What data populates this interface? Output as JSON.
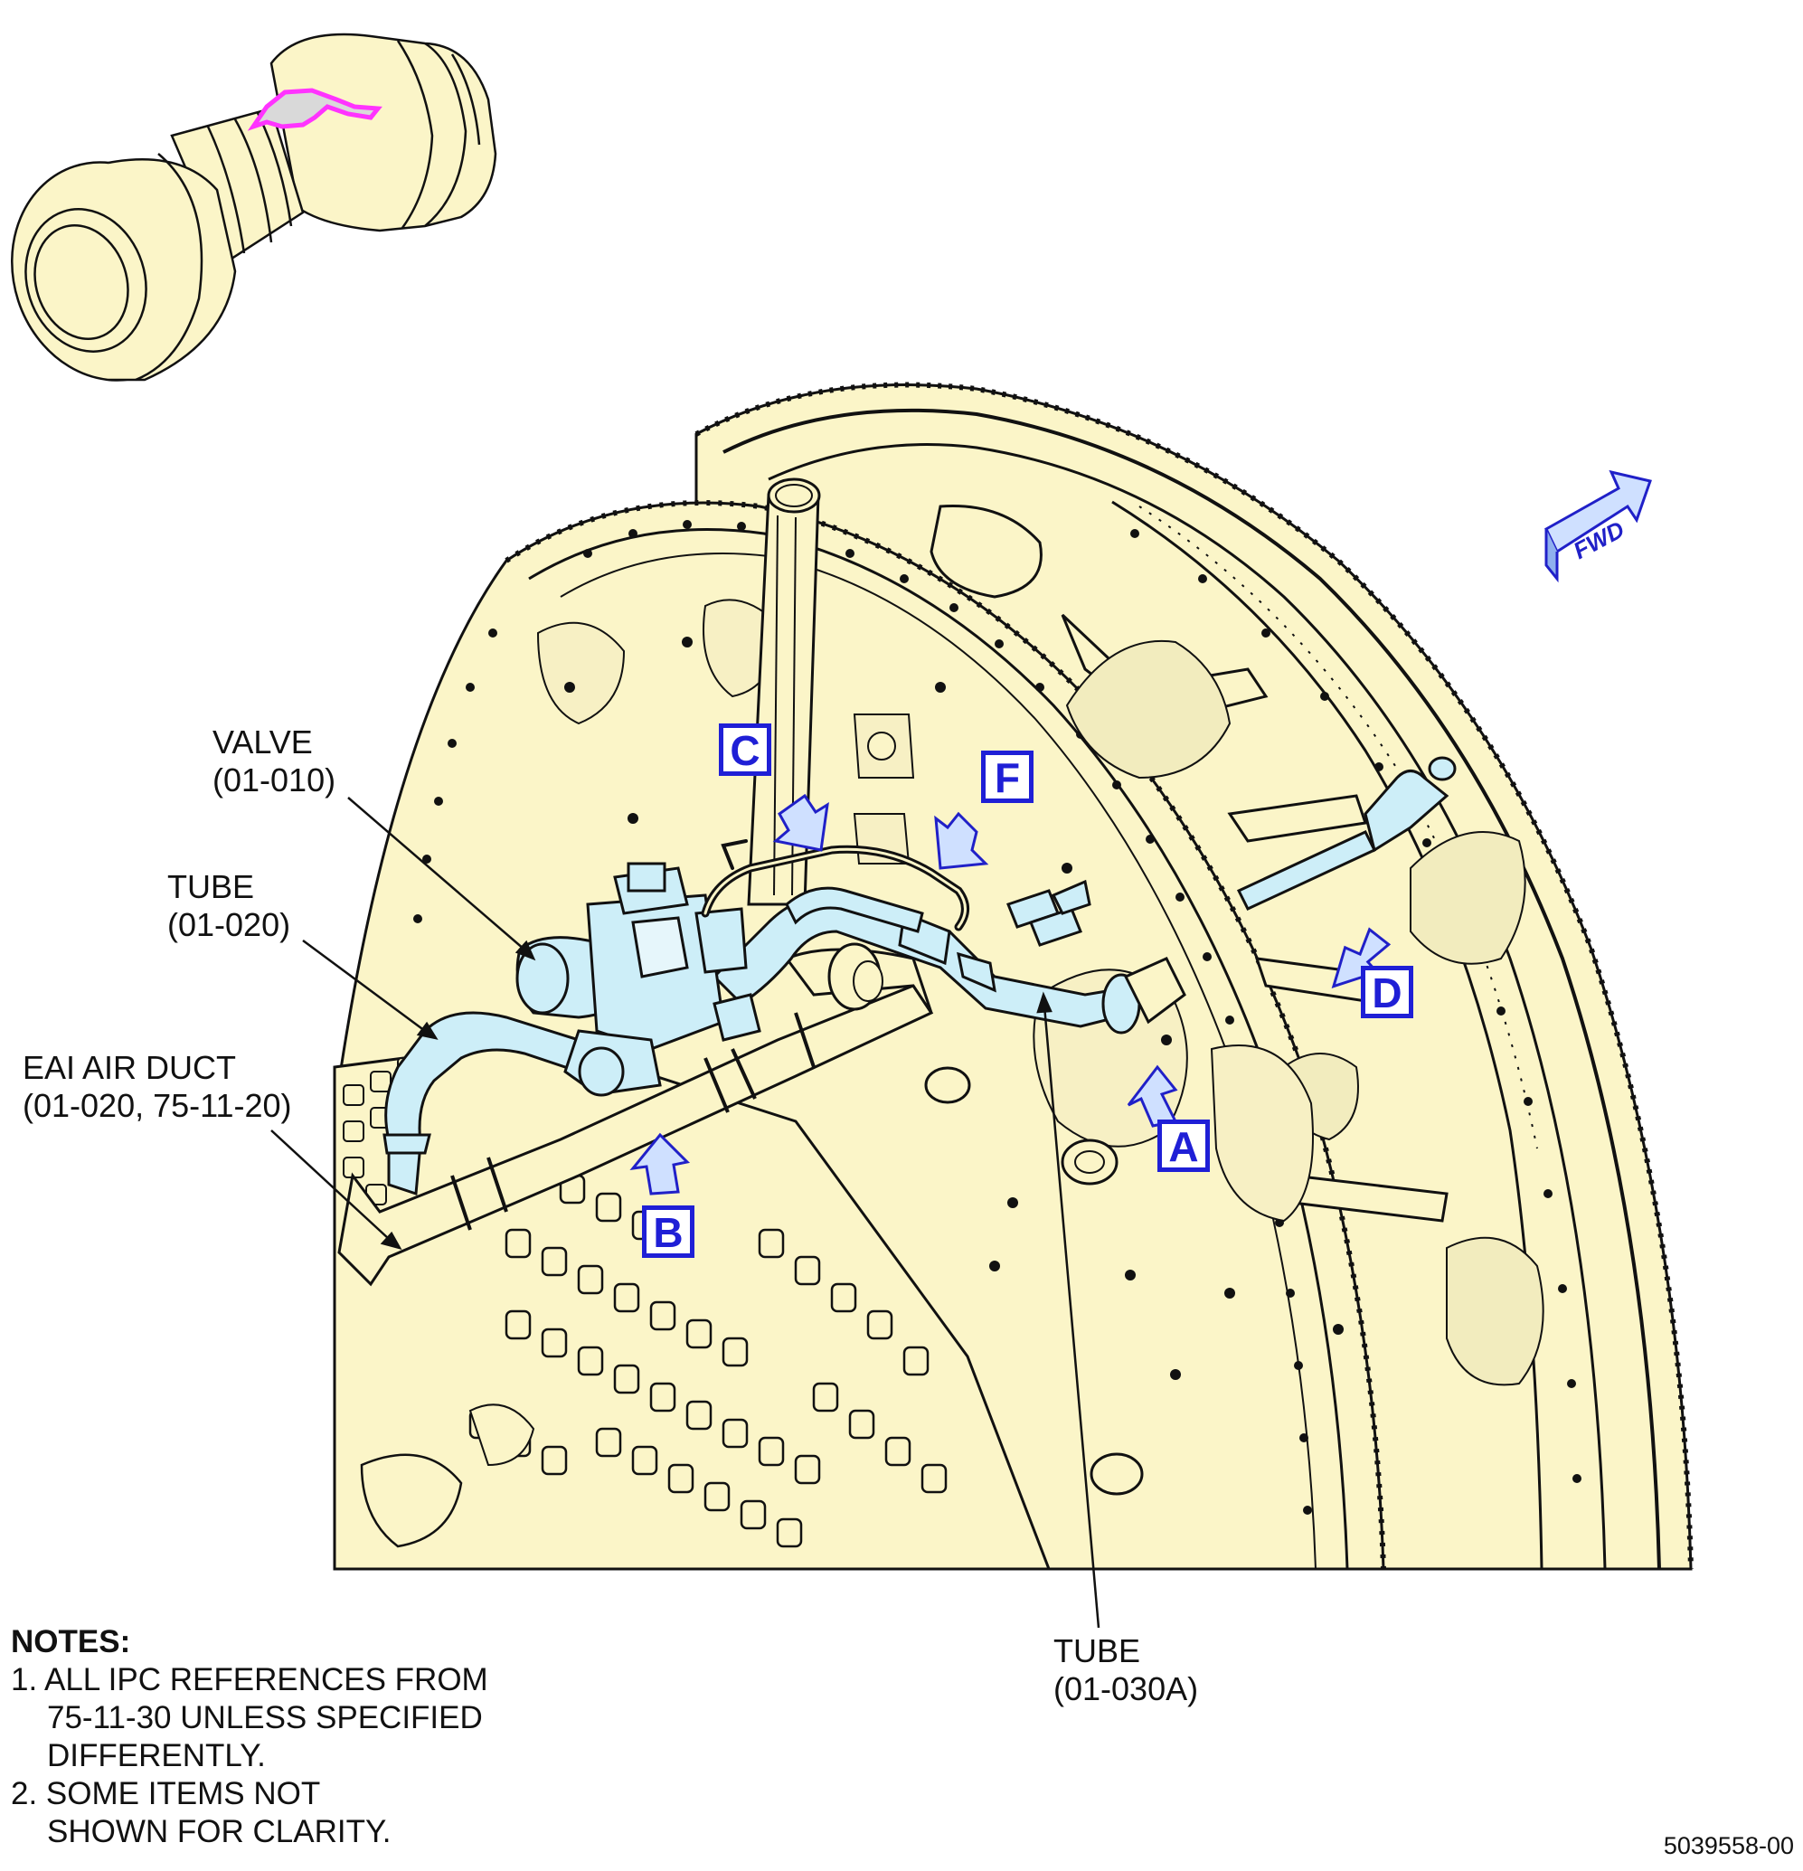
{
  "callouts": {
    "valve": {
      "name": "VALVE",
      "ref": "(01-010)"
    },
    "tube_020": {
      "name": "TUBE",
      "ref": "(01-020)"
    },
    "eai_duct": {
      "name": "EAI AIR DUCT",
      "ref": "(01-020, 75-11-20)"
    },
    "tube_030a": {
      "name": "TUBE",
      "ref": "(01-030A)"
    }
  },
  "view_markers": {
    "c": "C",
    "f": "F",
    "d": "D",
    "a": "A",
    "b": "B"
  },
  "fwd_label": "FWD",
  "notes": {
    "heading": "NOTES:",
    "n1_line1": "1. ALL IPC REFERENCES FROM",
    "n1_line2": "75-11-30 UNLESS SPECIFIED",
    "n1_line3": "DIFFERENTLY.",
    "n2_line1": "2. SOME ITEMS NOT",
    "n2_line2": "SHOWN FOR CLARITY."
  },
  "figure_number": "5039558-00",
  "colors": {
    "engine_fill": "#fbf5c8",
    "tube_fill": "#cdeef8",
    "marker_blue": "#1f1fd6",
    "highlight_magenta": "#ff33ff",
    "line": "#111111"
  }
}
